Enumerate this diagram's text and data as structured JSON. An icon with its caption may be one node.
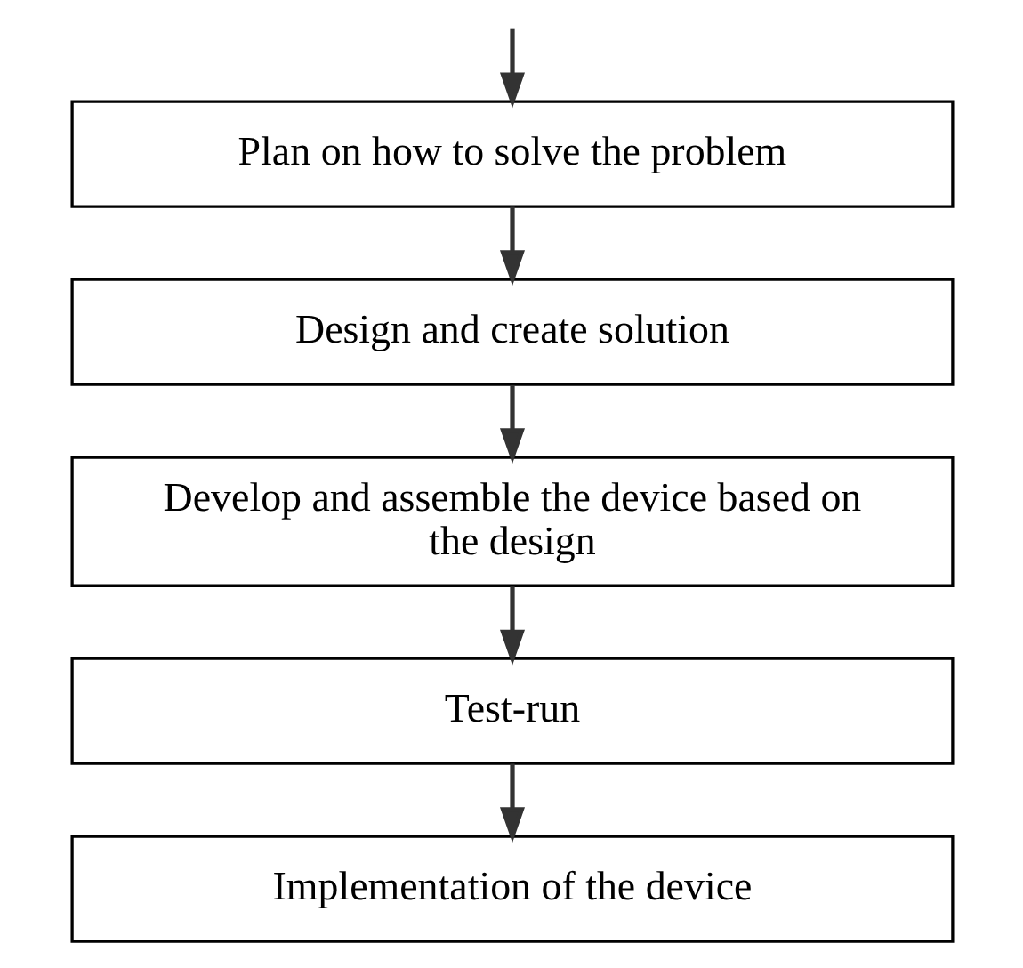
{
  "diagram": {
    "nodes": [
      {
        "text": [
          "Plan on how to solve the problem"
        ]
      },
      {
        "text": [
          "Design and create solution"
        ]
      },
      {
        "text": [
          "Develop and assemble the device based on the design"
        ]
      },
      {
        "text": [
          "Test-run"
        ]
      },
      {
        "text": [
          "Implementation of the device"
        ]
      }
    ],
    "edges": [
      {
        "from": null,
        "to": 0,
        "arrow": "to"
      },
      {
        "from": 0,
        "to": 1,
        "arrow": "to"
      },
      {
        "from": 1,
        "to": 2,
        "arrow": "to"
      },
      {
        "from": 2,
        "to": 3,
        "arrow": "to"
      },
      {
        "from": 3,
        "to": 4,
        "arrow": "to"
      }
    ]
  }
}
